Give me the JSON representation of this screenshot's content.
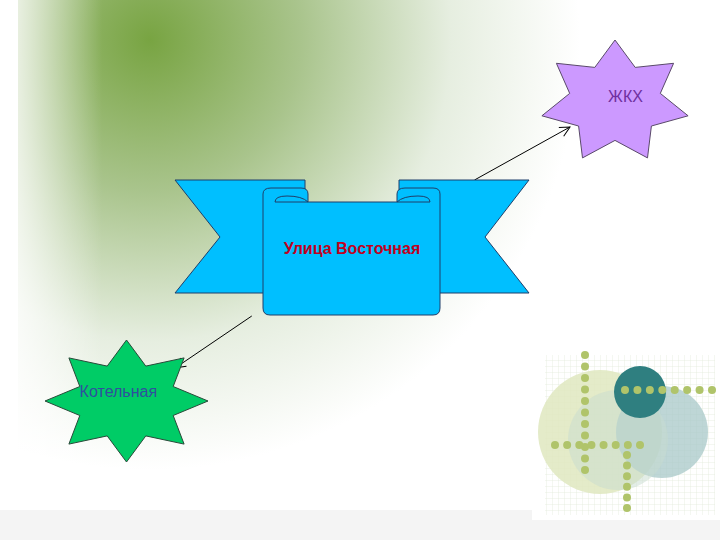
{
  "diagram": {
    "nodes": [
      {
        "text": [
          "ЖКХ"
        ]
      },
      {
        "text": [
          "Улица Восточная"
        ]
      },
      {
        "text": [
          "Котельная"
        ]
      }
    ],
    "edges": [
      {
        "from": 1,
        "to": 0,
        "arrow": "to"
      },
      {
        "from": 1,
        "to": 2,
        "arrow": "to"
      }
    ]
  }
}
